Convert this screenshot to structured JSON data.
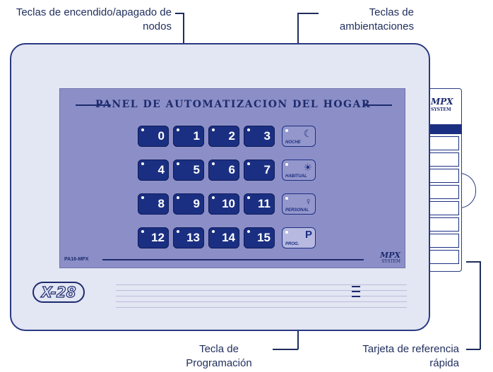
{
  "callouts": {
    "node_keys": "Teclas de encendido/apagado de nodos",
    "scene_keys": "Teclas de ambientaciones",
    "prog_key": "Tecla de Programación",
    "card": "Tarjeta de referencia rápida"
  },
  "panel": {
    "title": "PANEL DE AUTOMATIZACION DEL HOGAR",
    "model": "PA16-MPX",
    "brand": "MPX",
    "brand_sub": "SYSTEM",
    "keys": [
      "0",
      "1",
      "2",
      "3",
      "4",
      "5",
      "6",
      "7",
      "8",
      "9",
      "10",
      "11",
      "12",
      "13",
      "14",
      "15"
    ],
    "scenes": [
      {
        "label": "NOCHE",
        "icon": "moon-icon",
        "glyph": "☾"
      },
      {
        "label": "HABITUAL",
        "icon": "lamp-icon",
        "glyph": "☀"
      },
      {
        "label": "PERSONAL",
        "icon": "bulb-icon",
        "glyph": "♀"
      },
      {
        "label": "PROG.",
        "icon": "program-icon",
        "glyph": "P"
      }
    ]
  },
  "device_logo": "X-28",
  "card_logo": "MPX",
  "card_logo_sub": "SYSTEM",
  "colors": {
    "key": "#1b2f82",
    "panel": "#8c8fc7",
    "outline": "#2a3a82"
  }
}
